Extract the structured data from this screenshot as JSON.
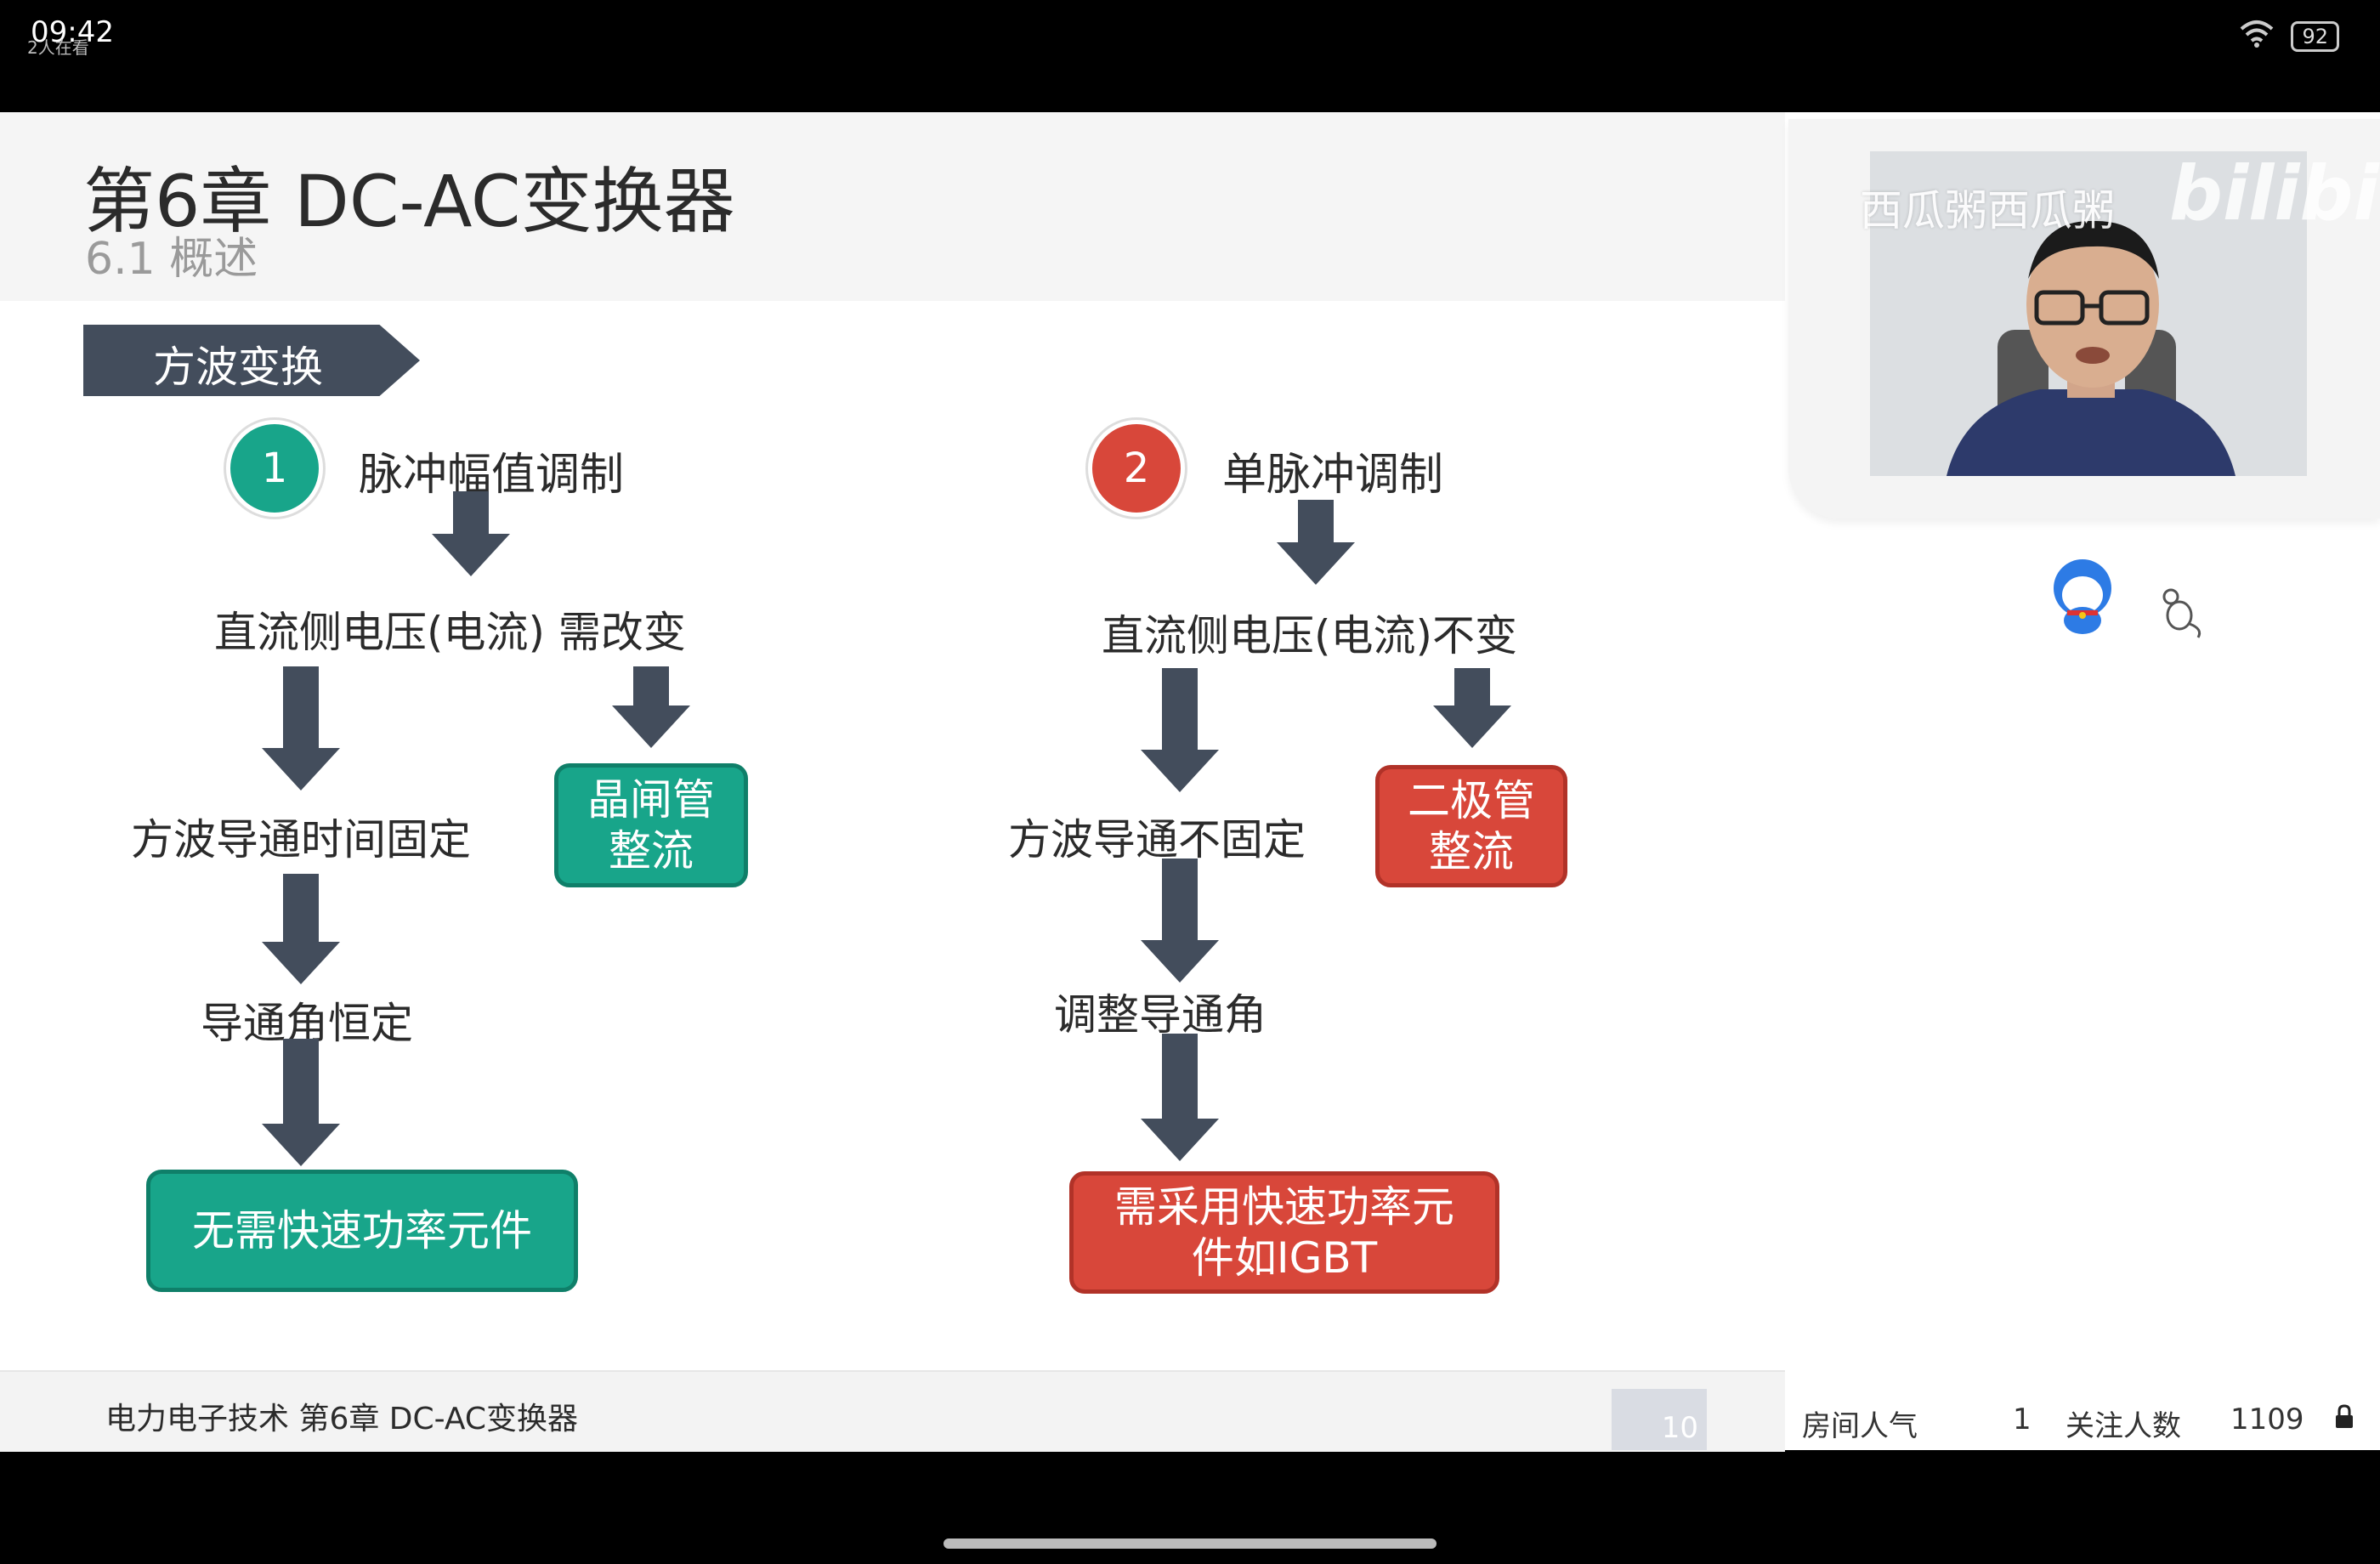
{
  "status_bar": {
    "time": "09:42",
    "watching": "2人在看",
    "battery": "92"
  },
  "slide": {
    "title": "第6章 DC-AC变换器",
    "subtitle": "6.1 概述",
    "section_tag": "方波变换",
    "left_branch": {
      "number": "1",
      "heading": "脉冲幅值调制",
      "node1": "直流侧电压(电流) 需改变",
      "node2": "方波导通时间固定",
      "box_right": "晶闸管\n整流",
      "node3": "导通角恒定",
      "box_bottom": "无需快速功率元件"
    },
    "right_branch": {
      "number": "2",
      "heading": "单脉冲调制",
      "node1": "直流侧电压(电流)不变",
      "node2": "方波导通不固定",
      "box_right": "二极管\n整流",
      "node3": "调整导通角",
      "box_bottom": "需采用快速功率元\n件如IGBT"
    },
    "footer": "电力电子技术 第6章 DC-AC变换器",
    "page_number": "10"
  },
  "video": {
    "watermark": "西瓜粥西瓜粥",
    "logo": "bilibili"
  },
  "room_stats": {
    "popularity_label": "房间人气",
    "popularity_value": "1",
    "followers_label": "关注人数",
    "followers_value": "1109",
    "lock_icon": "lock-icon"
  },
  "colors": {
    "teal": "#18a58a",
    "red": "#d8473a",
    "arrow": "#434d5c"
  }
}
